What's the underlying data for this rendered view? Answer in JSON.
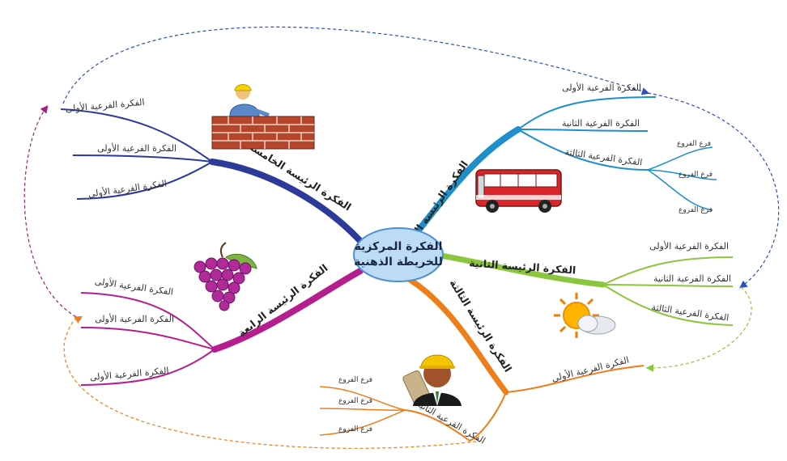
{
  "center": {
    "line1": "الفكرة المركزية",
    "line2": "للخريطة الذهنية",
    "fill": "#bcdcf6",
    "stroke": "#4e8fd0"
  },
  "branch1": {
    "title": "الفكرة الرئيسة الأولى",
    "color": "#1f8fcc",
    "sub1": "الفكرة الفرعية الأولى",
    "sub2": "الفكرة الفرعية الثانية",
    "sub3": "الفكرة الفرعية الثالثة",
    "leaf1": "فرع الفروع",
    "leaf2": "فرع الفروع",
    "leaf3": "فرع الفروع"
  },
  "branch2": {
    "title": "الفكرة الرئيسة الثانية",
    "color": "#8cc63f",
    "sub1": "الفكرة الفرعية الأولى",
    "sub2": "الفكرة الفرعية الثانية",
    "sub3": "الفكرة الفرعية الثالثة"
  },
  "branch3": {
    "title": "الفكرة الرئيسة الثالثة",
    "color": "#ef7d1a",
    "sub1": "الفكرة الفرعية الأولى",
    "sub2": "الفكرة الفرعية الثانية",
    "leaf1": "فرع الفروع",
    "leaf2": "فرع الفروع",
    "leaf3": "فرع الفروع"
  },
  "branch4": {
    "title": "الفكرة الرئيسة الرابعة",
    "color": "#b51e8e",
    "sub1": "الفكرة الفرعية الأولى",
    "sub2": "الفكرة الفرعية الأولى",
    "sub3": "الفكرة الفرعية الأولى"
  },
  "branch5": {
    "title": "الفكرة الرئيسة الخامسة",
    "color": "#2d3a9a",
    "sub1": "الفكرة الفرعية الأولى",
    "sub2": "الفكرة الفرعية الأولى",
    "sub3": "الفكرة الفرعية الأولى"
  },
  "illustrations": [
    "bus-icon",
    "sun-cloud-icon",
    "engineer-icon",
    "grapes-icon",
    "bricklayer-icon"
  ]
}
